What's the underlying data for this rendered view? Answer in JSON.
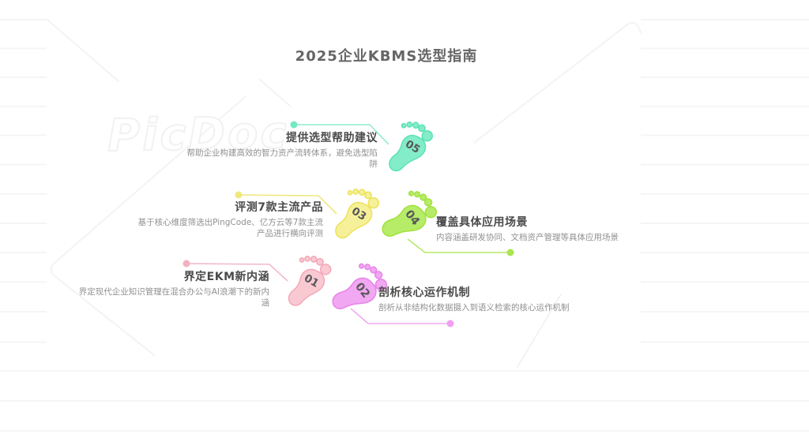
{
  "title": "2025企业KBMS选型指南",
  "watermark": "PicDoc",
  "steps": [
    {
      "number": "01",
      "label": "界定EKM新内涵",
      "desc": "界定现代企业知识管理在混合办公与AI浪潮下的新内涵",
      "color": "#f9c9d2",
      "border": "#f3a7b8",
      "dot": "#f5afc0",
      "line": "#f2bac8"
    },
    {
      "number": "02",
      "label": "剖析核心运作机制",
      "desc": "剖析从非结构化数据摄入到语义检索的核心运作机制",
      "color": "#f2a7f2",
      "border": "#e886e9",
      "dot": "#f09ff2",
      "line": "#eeaaf0"
    },
    {
      "number": "03",
      "label": "评测7款主流产品",
      "desc": "基于核心维度筛选出PingCode、亿方云等7款主流产品进行横向评测",
      "color": "#f6f098",
      "border": "#ece259",
      "dot": "#f0e87c",
      "line": "#efe77d"
    },
    {
      "number": "04",
      "label": "覆盖具体应用场景",
      "desc": "内容涵盖研发协同、文档资产管理等具体应用场景",
      "color": "#b6ec68",
      "border": "#a4e23f",
      "dot": "#abe54e",
      "line": "#b5e966"
    },
    {
      "number": "05",
      "label": "提供选型帮助建议",
      "desc": "帮助企业构建高效的智力资产流转体系，避免选型陷阱",
      "color": "#83ecc8",
      "border": "#5de2b4",
      "dot": "#72e9c1",
      "line": "#8feccd"
    }
  ]
}
